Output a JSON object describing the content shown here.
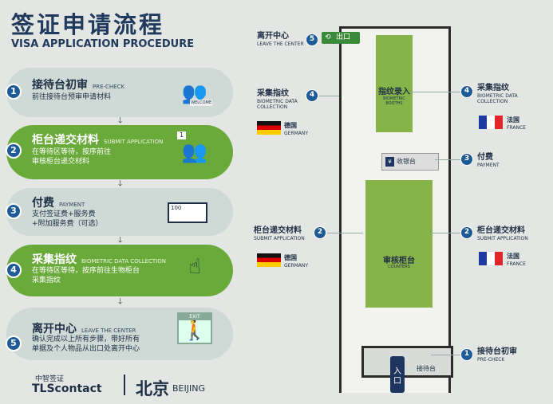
{
  "header": {
    "title": "签证申请流程",
    "subtitle": "VISA APPLICATION PROCEDURE"
  },
  "steps": [
    {
      "num": "1",
      "title": "接待台初审",
      "en": "PRE-CHECK",
      "desc": "前往接待台预审申请材料",
      "icon_label": "WELCOME",
      "icon": "reception-desk-icon"
    },
    {
      "num": "2",
      "title": "柜台递交材料",
      "en": "SUBMIT APPLICATION",
      "desc": "在等待区等待，按序前往\n审核柜台递交材料",
      "icon_label": "1",
      "icon": "counter-icon"
    },
    {
      "num": "3",
      "title": "付费",
      "en": "PAYMENT",
      "desc": "支付签证费+服务费\n+附加服务费（可选）",
      "icon_label": "100",
      "icon": "payment-cards-icon"
    },
    {
      "num": "4",
      "title": "采集指纹",
      "en": "BIOMETRIC DATA COLLECTION",
      "desc": "在等待区等待，按序前往生物柜台\n采集指纹",
      "icon": "fingerprint-icon"
    },
    {
      "num": "5",
      "title": "离开中心",
      "en": "LEAVE THE CENTER",
      "desc": "确认完成以上所有步骤，带好所有\n单据及个人物品从出口处离开中心",
      "icon_label": "EXIT",
      "icon": "exit-door-icon"
    }
  ],
  "footer": {
    "logo_cn": "中智签证",
    "logo_en": "TLScontact",
    "city_cn": "北京",
    "city_en": "BEIJING"
  },
  "map": {
    "exit": "出口",
    "entrance": "入口",
    "biometric_zone": "指纹录入",
    "biometric_zone_en": "BIOMETRIC BOOTHS",
    "cashier": "收银台",
    "counters": "审核柜台",
    "counters_en": "COUNTERS",
    "reception": "接待台",
    "left_labels": [
      {
        "num": "5",
        "cn": "离开中心",
        "en": "LEAVE THE CENTER"
      },
      {
        "num": "4",
        "cn": "采集指纹",
        "en": "BIOMETRIC DATA COLLECTION",
        "flag": "德国",
        "flag_en": "GERMANY"
      },
      {
        "num": "2",
        "cn": "柜台递交材料",
        "en": "SUBMIT APPLICATION",
        "flag": "德国",
        "flag_en": "GERMANY"
      }
    ],
    "right_labels": [
      {
        "num": "4",
        "cn": "采集指纹",
        "en": "BIOMETRIC DATA COLLECTION",
        "flag": "法国",
        "flag_en": "FRANCE"
      },
      {
        "num": "3",
        "cn": "付费",
        "en": "PAYMENT"
      },
      {
        "num": "2",
        "cn": "柜台递交材料",
        "en": "SUBMIT APPLICATION",
        "flag": "法国",
        "flag_en": "FRANCE"
      },
      {
        "num": "1",
        "cn": "接待台初审",
        "en": "PRE-CHECK"
      }
    ]
  },
  "colors": {
    "green": "#6aaa3a",
    "navy": "#1d5a96",
    "pill_gray": "#cfd9d5",
    "germany": "#000000/#dd0000/#ffcc00",
    "france": "#1f3aa0/#ffffff/#e0262b"
  }
}
